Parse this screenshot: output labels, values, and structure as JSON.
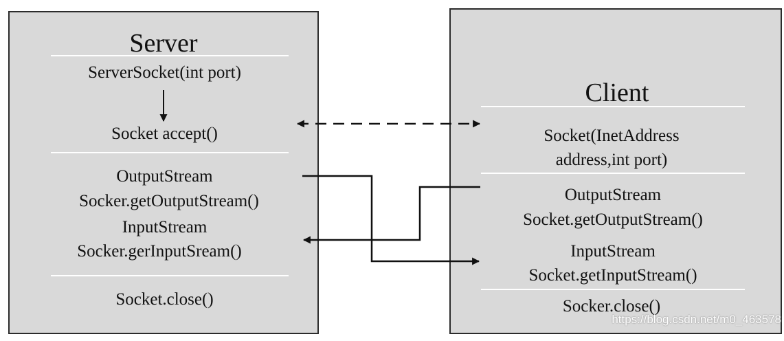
{
  "server": {
    "title": "Server",
    "server_socket": "ServerSocket(int port)",
    "accept": "Socket accept()",
    "output_stream_type": "OutputStream",
    "output_stream_call": "Socker.getOutputStream()",
    "input_stream_type": "InputStream",
    "input_stream_call": "Socker.gerInputSream()",
    "close": "Socket.close()"
  },
  "client": {
    "title": "Client",
    "socket_ctor_line1": "Socket(InetAddress",
    "socket_ctor_line2": "address,int port)",
    "output_stream_type": "OutputStream",
    "output_stream_call": "Socket.getOutputStream()",
    "input_stream_type": "InputStream",
    "input_stream_call": "Socket.getInputStream()",
    "close": "Socker.close()"
  },
  "watermark": "https://blog.csdn.net/m0_463578"
}
